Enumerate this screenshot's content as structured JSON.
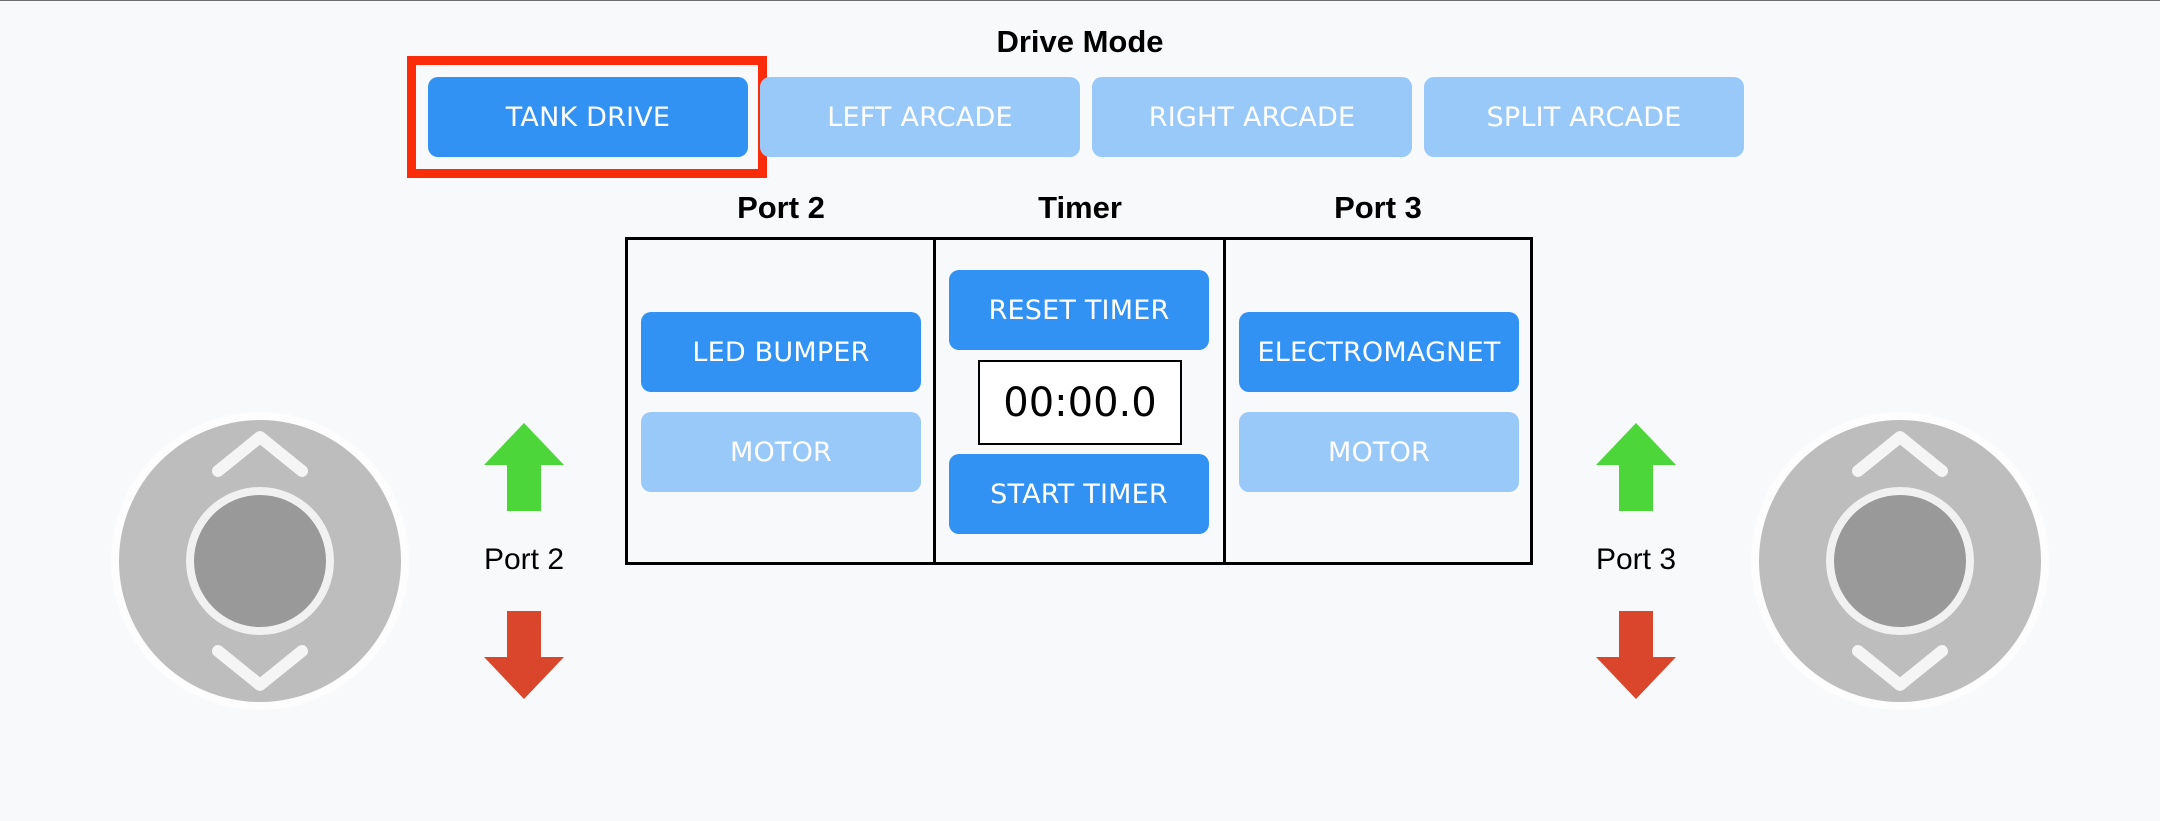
{
  "drive_mode": {
    "title": "Drive Mode",
    "options": [
      {
        "label": "TANK DRIVE",
        "active": true
      },
      {
        "label": "LEFT ARCADE",
        "active": false
      },
      {
        "label": "RIGHT ARCADE",
        "active": false
      },
      {
        "label": "SPLIT ARCADE",
        "active": false
      }
    ]
  },
  "panel": {
    "port2": {
      "title": "Port 2",
      "buttons": [
        {
          "label": "LED BUMPER",
          "active": true
        },
        {
          "label": "MOTOR",
          "active": false
        }
      ]
    },
    "timer": {
      "title": "Timer",
      "reset_label": "RESET TIMER",
      "display": "00:00.0",
      "start_label": "START TIMER"
    },
    "port3": {
      "title": "Port 3",
      "buttons": [
        {
          "label": "ELECTROMAGNET",
          "active": true
        },
        {
          "label": "MOTOR",
          "active": false
        }
      ]
    }
  },
  "left_control": {
    "label": "Port 2",
    "up_icon": "arrow-up-icon",
    "down_icon": "arrow-down-icon"
  },
  "right_control": {
    "label": "Port 3",
    "up_icon": "arrow-up-icon",
    "down_icon": "arrow-down-icon"
  },
  "colors": {
    "button_active": "#3192f4",
    "button_inactive": "#99c9f9",
    "highlight": "#fa2c0a",
    "arrow_up": "#4cd63a",
    "arrow_down": "#d9462c",
    "joystick_outer": "#bdbdbd",
    "joystick_inner": "#999999"
  }
}
